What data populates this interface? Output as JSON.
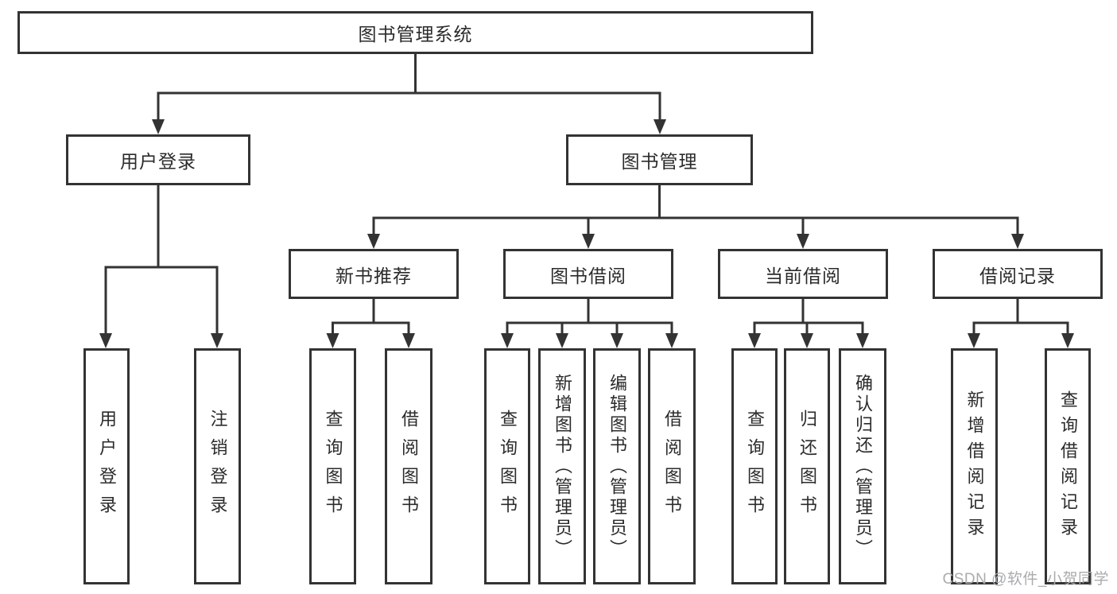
{
  "tree": {
    "root": {
      "label": "图书管理系统"
    },
    "branches": [
      {
        "label": "用户登录",
        "children": [
          {
            "label": "用户登录"
          },
          {
            "label": "注销登录"
          }
        ]
      },
      {
        "label": "图书管理",
        "children": [
          {
            "label": "新书推荐",
            "children": [
              {
                "label": "查询图书"
              },
              {
                "label": "借阅图书"
              }
            ]
          },
          {
            "label": "图书借阅",
            "children": [
              {
                "label": "查询图书"
              },
              {
                "label": "新增图书（管理员）"
              },
              {
                "label": "编辑图书（管理员）"
              },
              {
                "label": "借阅图书"
              }
            ]
          },
          {
            "label": "当前借阅",
            "children": [
              {
                "label": "查询图书"
              },
              {
                "label": "归还图书"
              },
              {
                "label": "确认归还（管理员）"
              }
            ]
          },
          {
            "label": "借阅记录",
            "children": [
              {
                "label": "新增借阅记录"
              },
              {
                "label": "查询借阅记录"
              }
            ]
          }
        ]
      }
    ]
  },
  "watermark": {
    "text": "CSDN @软件_小贺同学"
  },
  "colors": {
    "line": "#333333",
    "background": "#ffffff",
    "watermark": "#a9abad"
  }
}
